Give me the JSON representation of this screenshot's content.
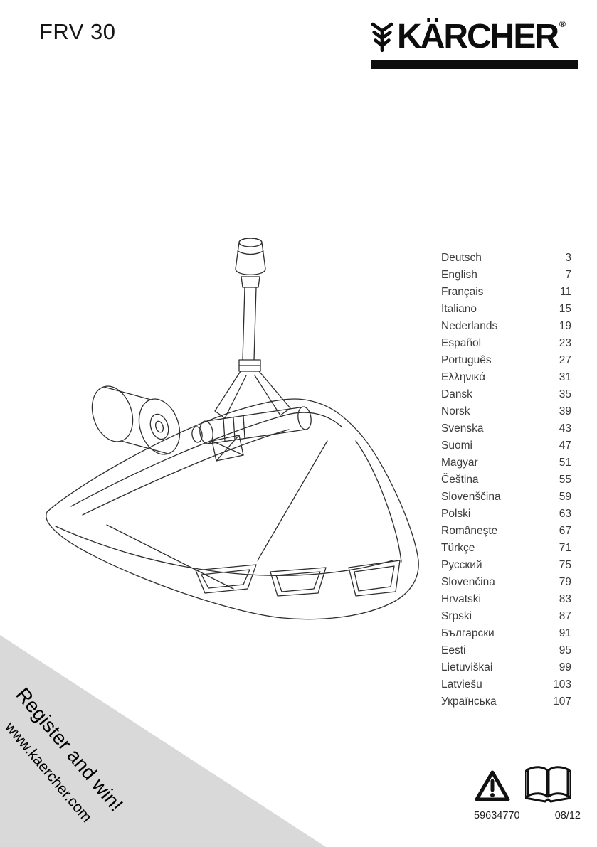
{
  "header": {
    "model": "FRV 30",
    "brand": "KÄRCHER",
    "registered": "®"
  },
  "toc": {
    "items": [
      {
        "language": "Deutsch",
        "page": "3"
      },
      {
        "language": "English",
        "page": "7"
      },
      {
        "language": "Français",
        "page": "11"
      },
      {
        "language": "Italiano",
        "page": "15"
      },
      {
        "language": "Nederlands",
        "page": "19"
      },
      {
        "language": "Español",
        "page": "23"
      },
      {
        "language": "Português",
        "page": "27"
      },
      {
        "language": "Ελληνικά",
        "page": "31"
      },
      {
        "language": "Dansk",
        "page": "35"
      },
      {
        "language": "Norsk",
        "page": "39"
      },
      {
        "language": "Svenska",
        "page": "43"
      },
      {
        "language": "Suomi",
        "page": "47"
      },
      {
        "language": "Magyar",
        "page": "51"
      },
      {
        "language": "Čeština",
        "page": "55"
      },
      {
        "language": "Slovenščina",
        "page": "59"
      },
      {
        "language": "Polski",
        "page": "63"
      },
      {
        "language": "Româneşte",
        "page": "67"
      },
      {
        "language": "Türkçe",
        "page": "71"
      },
      {
        "language": "Русский",
        "page": "75"
      },
      {
        "language": "Slovenčina",
        "page": "79"
      },
      {
        "language": "Hrvatski",
        "page": "83"
      },
      {
        "language": "Srpski",
        "page": "87"
      },
      {
        "language": "Български",
        "page": "91"
      },
      {
        "language": "Eesti",
        "page": "95"
      },
      {
        "language": "Lietuviškai",
        "page": "99"
      },
      {
        "language": "Latviešu",
        "page": "103"
      },
      {
        "language": "Українська",
        "page": "107"
      }
    ]
  },
  "promo": {
    "headline": "Register and win!",
    "url": "www.kaercher.com"
  },
  "footer": {
    "part_number": "59634770",
    "revision": "08/12"
  },
  "colors": {
    "ink": "#0d0d0d",
    "toc_text": "#3c3c3c",
    "banner_gray": "#d9d9d9"
  }
}
